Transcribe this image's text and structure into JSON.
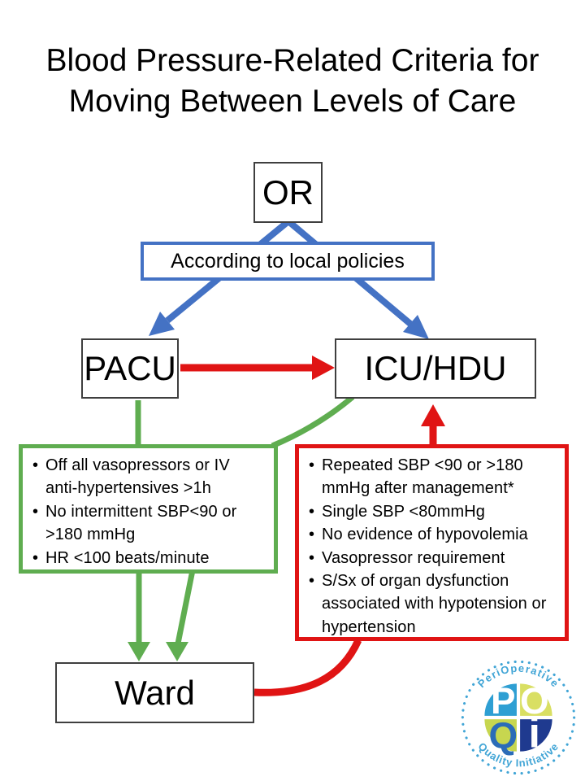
{
  "title": {
    "line1": "Blood Pressure-Related Criteria for",
    "line2": "Moving Between Levels of Care"
  },
  "nodes": {
    "or": "OR",
    "policies": "According to local policies",
    "pacu": "PACU",
    "icu": "ICU/HDU",
    "ward": "Ward"
  },
  "green_criteria": {
    "items": [
      "Off all vasopressors or IV anti-hypertensives >1h",
      "No intermittent SBP<90 or >180 mmHg",
      "HR <100 beats/minute"
    ]
  },
  "red_criteria": {
    "items": [
      "Repeated SBP <90 or >180 mmHg after management*",
      "Single SBP <80mmHg",
      "No evidence of hypovolemia",
      "Vasopressor requirement",
      "S/Sx of organ dysfunction associated with hypotension or hypertension"
    ]
  },
  "logo": {
    "letters": {
      "p": "P",
      "o": "O",
      "q": "Q",
      "i": "i"
    },
    "arc_top": "PeriOperative",
    "arc_bottom": "Quality Initiative"
  },
  "colors": {
    "blue": "#4472C4",
    "green": "#5FAD50",
    "red": "#E01414",
    "box_border": "#3F3F3F",
    "text": "#000000",
    "logo_blue": "#2E9FD3",
    "logo_yellow": "#D9DF63",
    "logo_yellowgreen": "#C7D64F",
    "logo_navy": "#1F3A8F",
    "logo_q": "#2B6CB8",
    "logo_arc": "#41A5D6"
  }
}
